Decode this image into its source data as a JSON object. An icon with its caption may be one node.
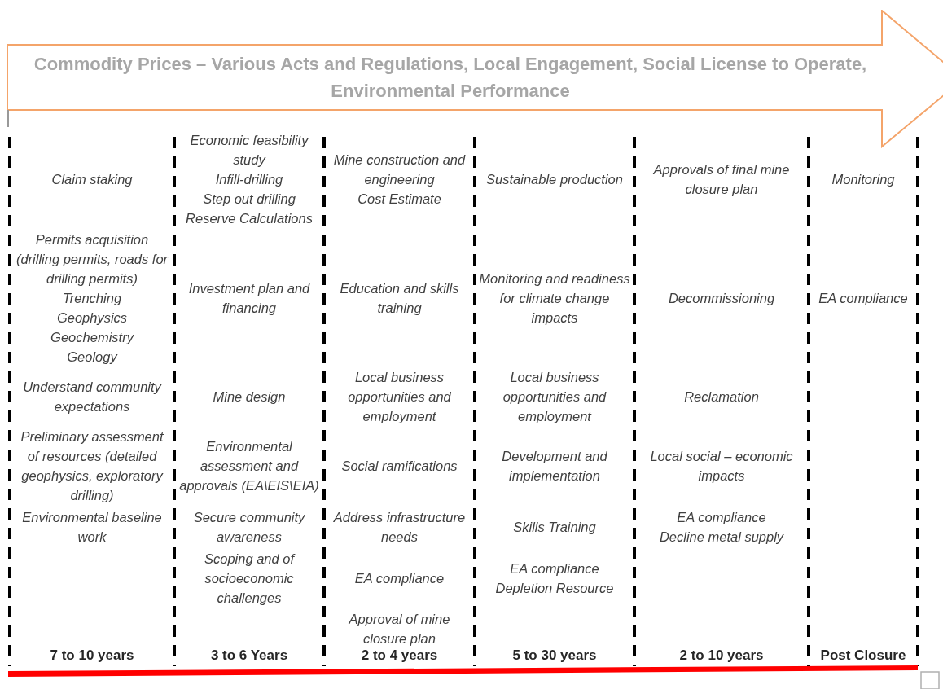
{
  "diagram": {
    "nodes": [
      {
        "text": [
          "Commodity Prices – Various Acts and Regulations, Local Engagement, Social License to Operate, Environmental Performance"
        ]
      },
      {
        "text": [],
        "shape": "bar"
      }
    ],
    "labels": [
      "Claim staking",
      "Economic feasibility study",
      "Infill-drilling",
      "Step out drilling",
      "Reserve Calculations",
      "Mine construction and engineering",
      "Cost Estimate",
      "Sustainable production",
      "Approvals of final mine closure plan",
      "Monitoring",
      "Permits acquisition (drilling permits, roads for drilling permits)",
      "Trenching",
      "Geophysics",
      "Geochemistry",
      "Geology",
      "Investment plan and financing",
      "Education and skills training",
      "Monitoring and readiness for climate change impacts",
      "Decommissioning",
      "EA compliance",
      "Understand community expectations",
      "Mine design",
      "Local business opportunities and employment",
      "Local business opportunities and employment",
      "Reclamation",
      "Preliminary assessment of resources (detailed geophysics, exploratory drilling)",
      "Environmental assessment and approvals (EA\\EIS\\EIA)",
      "Social ramifications",
      "Development and implementation",
      "Local social – economic impacts",
      "Environmental baseline work",
      "Secure community awareness",
      "Address infrastructure needs",
      "Skills Training",
      "EA compliance",
      "Decline metal supply",
      "Scoping and of socioeconomic challenges",
      "EA compliance",
      "EA compliance",
      "Depletion Resource",
      "Approval of mine closure plan",
      "7 to 10 years",
      "3 to 6 Years",
      "2 to 4 years",
      "5 to 30 years",
      "2 to 10 years",
      "Post Closure"
    ]
  }
}
